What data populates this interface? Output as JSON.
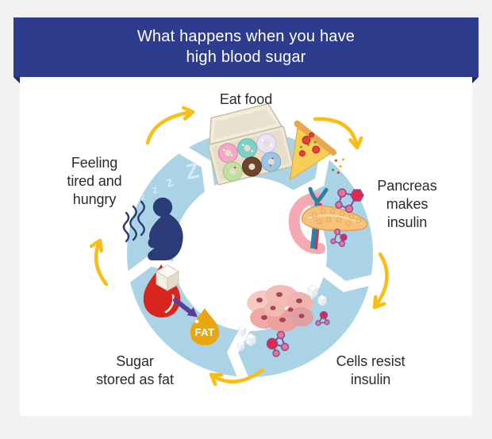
{
  "title": {
    "line1": "What happens when you have",
    "line2": "high blood sugar"
  },
  "cycle": {
    "stages": [
      {
        "name": "eat-food",
        "label_lines": [
          "Eat food"
        ]
      },
      {
        "name": "pancreas-makes-insulin",
        "label_lines": [
          "Pancreas",
          "makes",
          "insulin"
        ]
      },
      {
        "name": "cells-resist-insulin",
        "label_lines": [
          "Cells resist",
          "insulin"
        ]
      },
      {
        "name": "sugar-stored-as-fat",
        "label_lines": [
          "Sugar",
          "stored as fat"
        ]
      },
      {
        "name": "feeling-tired-and-hungry",
        "label_lines": [
          "Feeling",
          "tired and",
          "hungry"
        ]
      }
    ],
    "fat_drop_label": "FAT",
    "sleep_text": {
      "z1": "z",
      "z2": "z",
      "z3": "z",
      "z4": "Z"
    }
  },
  "icons": {
    "donut-box-icon": "open box with six donuts",
    "pizza-slice-icon": "pizza slice with pepperoni",
    "pancreas-icon": "pancreas with duodenum and vessels",
    "insulin-molecule-icon": "linked molecule cluster",
    "cells-cluster-icon": "pink cell cluster with nuclei",
    "sugar-cube-icon": "white sugar cube",
    "blood-drop-icon": "red blood drop with sugar cube",
    "fat-drop-icon": "gold drop labeled FAT",
    "conversion-arrow-icon": "purple arrow",
    "tired-person-icon": "slumped sleepy person silhouette",
    "sleep-zzz-icon": "zzz sleep letters",
    "cycle-arrow-icon": "yellow curved arrow"
  },
  "colors": {
    "background": "#F2F2F2",
    "card": "#FFFFFF",
    "banner_blue": "#2E3C8E",
    "banner_fold": "#1F2B66",
    "title_text": "#FFFFFF",
    "label_text": "#2B2B2B",
    "ring_blue": "#ABD3E6",
    "arrow_yellow": "#F9BD13",
    "person_navy": "#2B3B77",
    "sleep_z": "#D6E9F5",
    "blood_red": "#D8251D",
    "fat_gold": "#E9A70D",
    "conversion_purple": "#5B3E9B",
    "cell_pink": "#F0B3AE",
    "cell_nucleus": "#A5435A",
    "pancreas_tan": "#F6C27A",
    "duodenum_pink": "#F5A9B3",
    "vessel_teal": "#2F7FA3",
    "molecule_red": "#E3274D",
    "molecule_pink": "#F07090",
    "molecule_purple": "#7C4FA0",
    "box_cream": "#EFE8D6",
    "pizza_cheese": "#F7CF55",
    "pizza_crust": "#E8A84A"
  }
}
